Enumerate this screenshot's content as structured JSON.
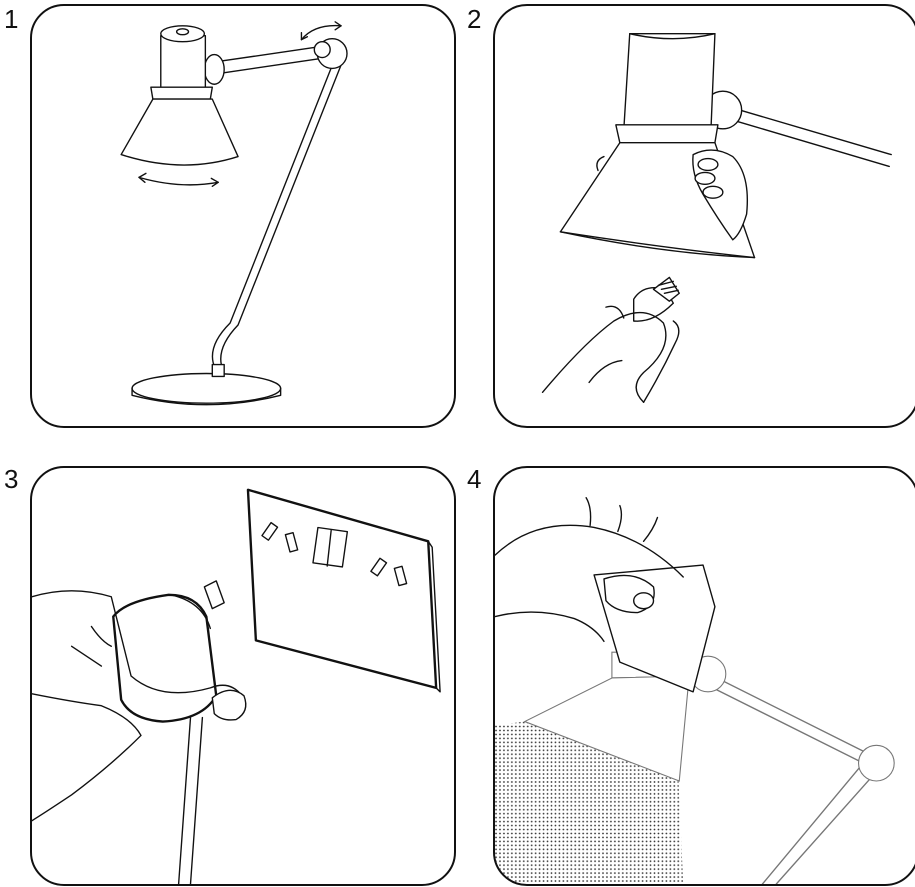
{
  "steps": [
    {
      "number": "1"
    },
    {
      "number": "2"
    },
    {
      "number": "3"
    },
    {
      "number": "4"
    }
  ],
  "icons": {
    "panel1": [
      "desk-lamp-icon",
      "rotate-arrow-icon"
    ],
    "panel2": [
      "hand-icon",
      "light-bulb-icon"
    ],
    "panel3": [
      "plug-icon",
      "wall-socket-icon",
      "hand-icon"
    ],
    "panel4": [
      "hand-icon",
      "cloth-icon",
      "desk-lamp-icon"
    ]
  },
  "colors": {
    "line": "#111111",
    "background": "#ffffff"
  }
}
